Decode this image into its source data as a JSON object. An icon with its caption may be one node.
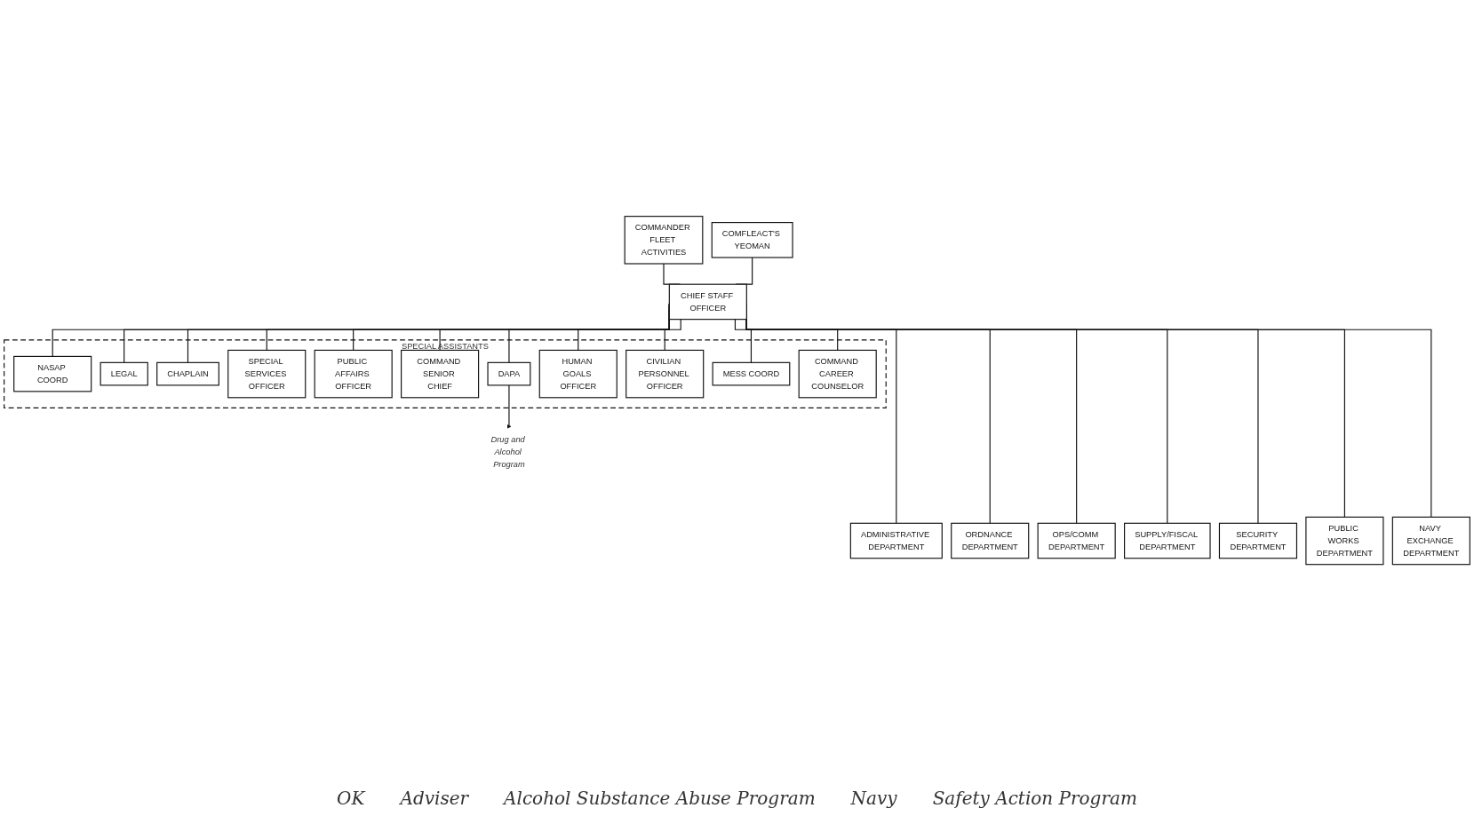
{
  "diagram": {
    "nodes": [
      {
        "text": [
          "COMMANDER FLEET ACTIVITIES"
        ]
      },
      {
        "text": [
          "COMFLEACT'S YEOMAN"
        ]
      },
      {
        "text": [
          "CHIEF STAFF OFFICER"
        ]
      },
      {
        "text": [
          "Drug and Alcohol Program"
        ]
      },
      {
        "text": [
          "SPECIAL ASSISTANTS"
        ]
      },
      {
        "text": [
          "NASAP COORD"
        ],
        "in": 4
      },
      {
        "text": [
          "LEGAL"
        ],
        "in": 4
      },
      {
        "text": [
          "CHAPLAIN"
        ],
        "in": 4
      },
      {
        "text": [
          "SPECIAL SERVICES OFFICER"
        ],
        "in": 4
      },
      {
        "text": [
          "PUBLIC AFFAIRS OFFICER"
        ],
        "in": 4
      },
      {
        "text": [
          "COMMAND SENIOR CHIEF"
        ],
        "in": 4
      },
      {
        "text": [
          "DAPA"
        ],
        "in": 4
      },
      {
        "text": [
          "HUMAN GOALS OFFICER"
        ],
        "in": 4
      },
      {
        "text": [
          "CIVILIAN PERSONNEL OFFICER"
        ],
        "in": 4
      },
      {
        "text": [
          "MESS COORD"
        ],
        "in": 4
      },
      {
        "text": [
          "COMMAND CAREER COUNSELOR"
        ],
        "in": 4
      },
      {
        "text": [
          "ADMINISTRATIVE DEPARTMENT"
        ]
      },
      {
        "text": [
          "ORDNANCE DEPARTMENT"
        ]
      },
      {
        "text": [
          "OPS/COMM DEPARTMENT"
        ]
      },
      {
        "text": [
          "SUPPLY/FISCAL DEPARTMENT"
        ]
      },
      {
        "text": [
          "SECURITY DEPARTMENT"
        ]
      },
      {
        "text": [
          "PUBLIC WORKS DEPARTMENT"
        ]
      },
      {
        "text": [
          "NAVY EXCHANGE DEPARTMENT"
        ]
      }
    ],
    "edges": [
      {
        "from": 0,
        "to": 2,
        "arrow": "none"
      },
      {
        "from": 1,
        "to": 2,
        "arrow": "none"
      },
      {
        "from": 2,
        "to": 5,
        "arrow": "none"
      },
      {
        "from": 2,
        "to": 6,
        "arrow": "none"
      },
      {
        "from": 2,
        "to": 7,
        "arrow": "none"
      },
      {
        "from": 2,
        "to": 8,
        "arrow": "none"
      },
      {
        "from": 2,
        "to": 9,
        "arrow": "none"
      },
      {
        "from": 2,
        "to": 10,
        "arrow": "none"
      },
      {
        "from": 2,
        "to": 11,
        "arrow": "none"
      },
      {
        "from": 2,
        "to": 12,
        "arrow": "none"
      },
      {
        "from": 2,
        "to": 13,
        "arrow": "none"
      },
      {
        "from": 2,
        "to": 14,
        "arrow": "none"
      },
      {
        "from": 2,
        "to": 15,
        "arrow": "none"
      },
      {
        "from": 2,
        "to": 16,
        "arrow": "none"
      },
      {
        "from": 2,
        "to": 17,
        "arrow": "none"
      },
      {
        "from": 2,
        "to": 18,
        "arrow": "none"
      },
      {
        "from": 2,
        "to": 19,
        "arrow": "none"
      },
      {
        "from": 2,
        "to": 20,
        "arrow": "none"
      },
      {
        "from": 2,
        "to": 21,
        "arrow": "none"
      },
      {
        "from": 2,
        "to": 22,
        "arrow": "none"
      },
      {
        "from": 11,
        "to": 3,
        "arrow": "to"
      }
    ],
    "labels": [
      "OK",
      "Adviser",
      "Alcohol Substance Abuse Program",
      "Navy",
      "Safety Action Program"
    ]
  }
}
